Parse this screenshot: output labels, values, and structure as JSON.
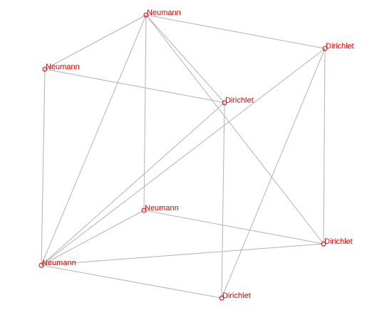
{
  "diagram": {
    "colors": {
      "edge": "#b3b3b3",
      "node": "#e00000",
      "label": "#e00000"
    },
    "nodes": [
      {
        "id": "n1",
        "label": "Neumann"
      },
      {
        "id": "n2",
        "label": "Neumann"
      },
      {
        "id": "n3",
        "label": "Dirichlet"
      },
      {
        "id": "n4",
        "label": "Dirichlet"
      },
      {
        "id": "n5",
        "label": "Neumann"
      },
      {
        "id": "n6",
        "label": "Neumann"
      },
      {
        "id": "n7",
        "label": "Dirichlet"
      },
      {
        "id": "n8",
        "label": "Dirichlet"
      }
    ],
    "edges": [
      [
        "n1",
        "n2"
      ],
      [
        "n1",
        "n3"
      ],
      [
        "n1",
        "n5"
      ],
      [
        "n1",
        "n6"
      ],
      [
        "n1",
        "n7"
      ],
      [
        "n1",
        "n4"
      ],
      [
        "n2",
        "n4"
      ],
      [
        "n2",
        "n6"
      ],
      [
        "n3",
        "n7"
      ],
      [
        "n3",
        "n6"
      ],
      [
        "n3",
        "n8"
      ],
      [
        "n4",
        "n8"
      ],
      [
        "n4",
        "n6"
      ],
      [
        "n5",
        "n6"
      ],
      [
        "n5",
        "n7"
      ],
      [
        "n6",
        "n7"
      ],
      [
        "n6",
        "n8"
      ]
    ]
  }
}
